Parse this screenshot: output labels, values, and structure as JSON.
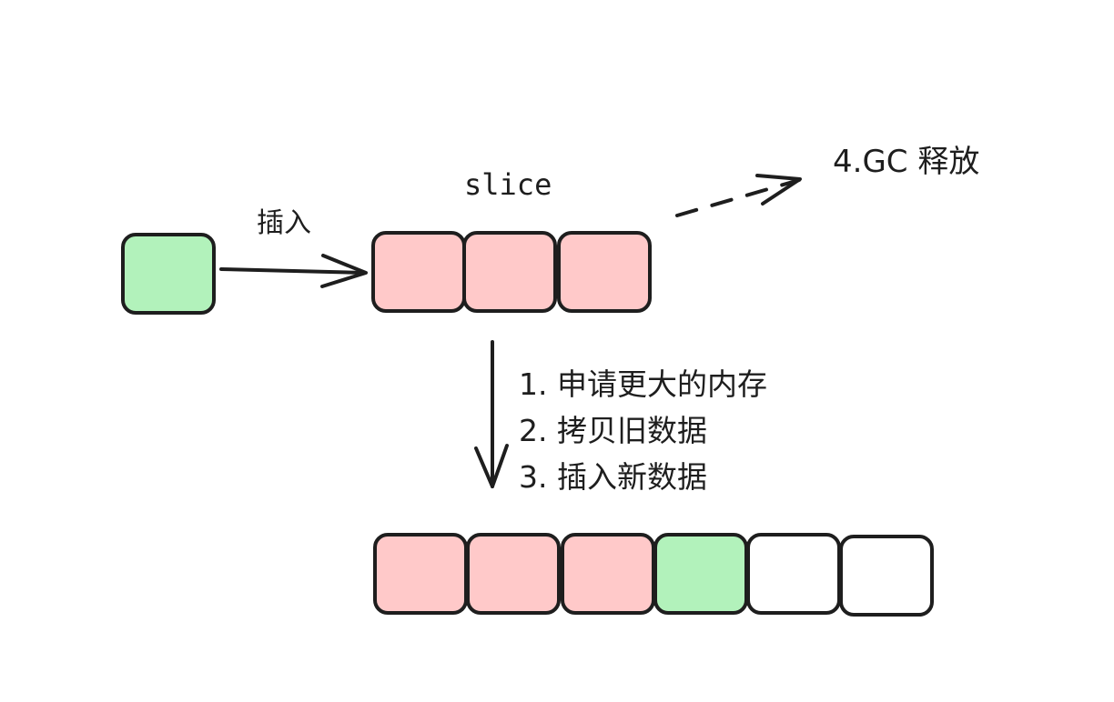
{
  "colors": {
    "stroke": "#1e1e1e",
    "old_element": "#ffc9c9",
    "new_element": "#b2f2bb",
    "empty_element": "#ffffff"
  },
  "labels": {
    "insert": "插入",
    "slice": "slice",
    "gc": "4.GC 释放",
    "steps": [
      "1. 申请更大的内存",
      "2. 拷贝旧数据",
      "3. 插入新数据"
    ]
  },
  "new_element": {
    "state": "new"
  },
  "original_slice": {
    "cells": [
      {
        "state": "old"
      },
      {
        "state": "old"
      },
      {
        "state": "old"
      }
    ]
  },
  "grown_slice": {
    "cells": [
      {
        "state": "old"
      },
      {
        "state": "old"
      },
      {
        "state": "old"
      },
      {
        "state": "new"
      },
      {
        "state": "empty"
      },
      {
        "state": "empty"
      }
    ]
  }
}
